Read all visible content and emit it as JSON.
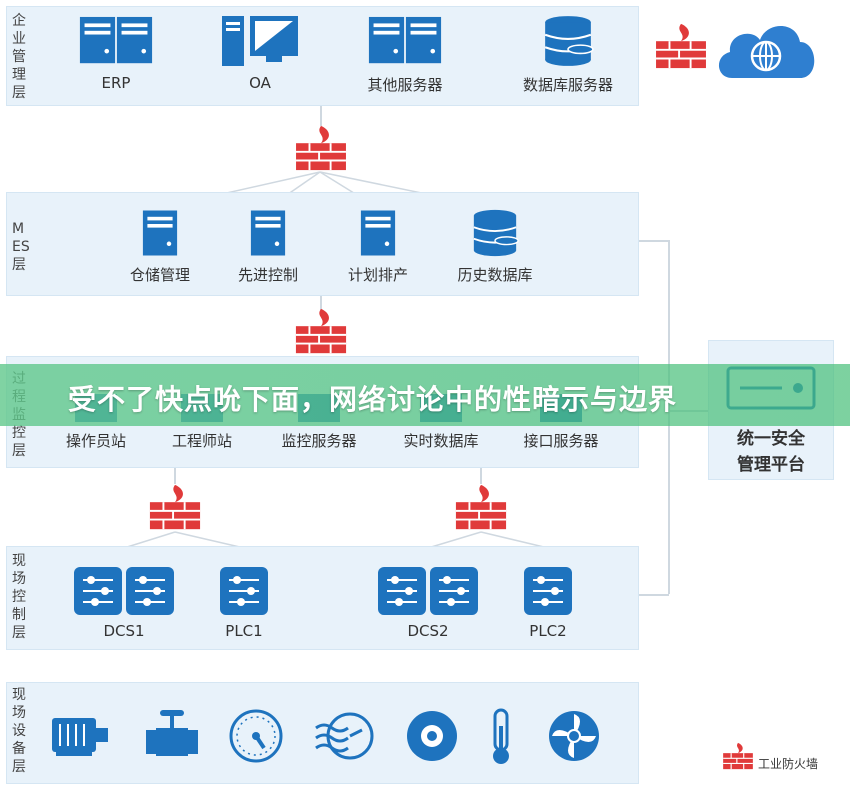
{
  "layers": {
    "enterprise": {
      "label": "企业管理层",
      "nodes": [
        "ERP",
        "OA",
        "其他服务器",
        "数据库服务器"
      ]
    },
    "mes": {
      "label": "MES层",
      "nodes": [
        "仓储管理",
        "先进控制",
        "计划排产",
        "历史数据库"
      ]
    },
    "process": {
      "label": "过程监控层",
      "nodes": [
        "操作员站",
        "工程师站",
        "监控服务器",
        "实时数据库",
        "接口服务器"
      ]
    },
    "field_control": {
      "label": "现场控制层",
      "nodes": [
        "DCS1",
        "PLC1",
        "DCS2",
        "PLC2"
      ]
    },
    "field_device": {
      "label": "现场设备层"
    }
  },
  "banner": {
    "text": "受不了快点吮下面，网络讨论中的性暗示与边界"
  },
  "security_platform": {
    "line1": "统一安全",
    "line2": "管理平台"
  },
  "legend": {
    "firewall_label": "工业防火墙"
  },
  "colors": {
    "primary_blue": "#1e73be",
    "firewall_red": "#e03a3a",
    "cloud_blue": "#2f7fd0",
    "layer_bg": "#e8f2fa"
  }
}
